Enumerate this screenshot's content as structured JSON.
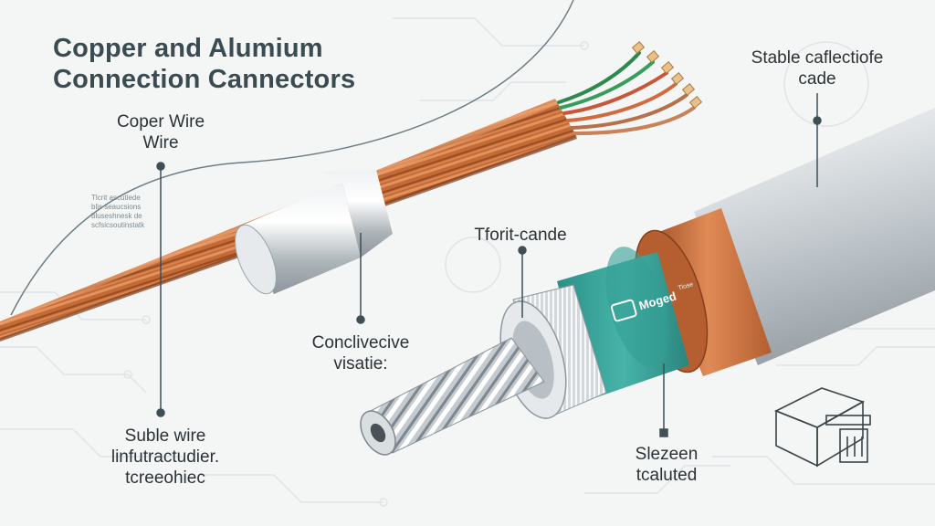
{
  "title": {
    "line1": "Copper and Alumium",
    "line2": "Connection Cannectors"
  },
  "labels": {
    "copper_wire": {
      "line1": "Coper Wire",
      "line2": "Wire"
    },
    "stable": {
      "line1": "Stable caflectiofe",
      "line2": "cade"
    },
    "fiorit": {
      "line1": "Τforit-cande"
    },
    "conductive": {
      "line1": "Conclivecive",
      "line2": "visatie:"
    },
    "subtle": {
      "line1": "Suble wire",
      "line2": "linfutractudier.",
      "line3": "tcreeohiec"
    },
    "sleeve": {
      "line1": "Slezeen",
      "line2": "tcaluted"
    }
  },
  "badge": {
    "text": "Moged",
    "tag": "Tlose"
  },
  "notes": {
    "line1": "Tlcrit ascutiede",
    "line2": "blis seaucsions",
    "line3": "bluseshnesk de",
    "line4": "scfsicsoutinstatk"
  },
  "colors": {
    "copper": "#c06a3a",
    "aluminium": "#c9cfd3",
    "teal": "#2f9b90",
    "leader": "#3e4f55",
    "title": "#3a4c52"
  },
  "icons": [
    "connector-box-icon"
  ]
}
